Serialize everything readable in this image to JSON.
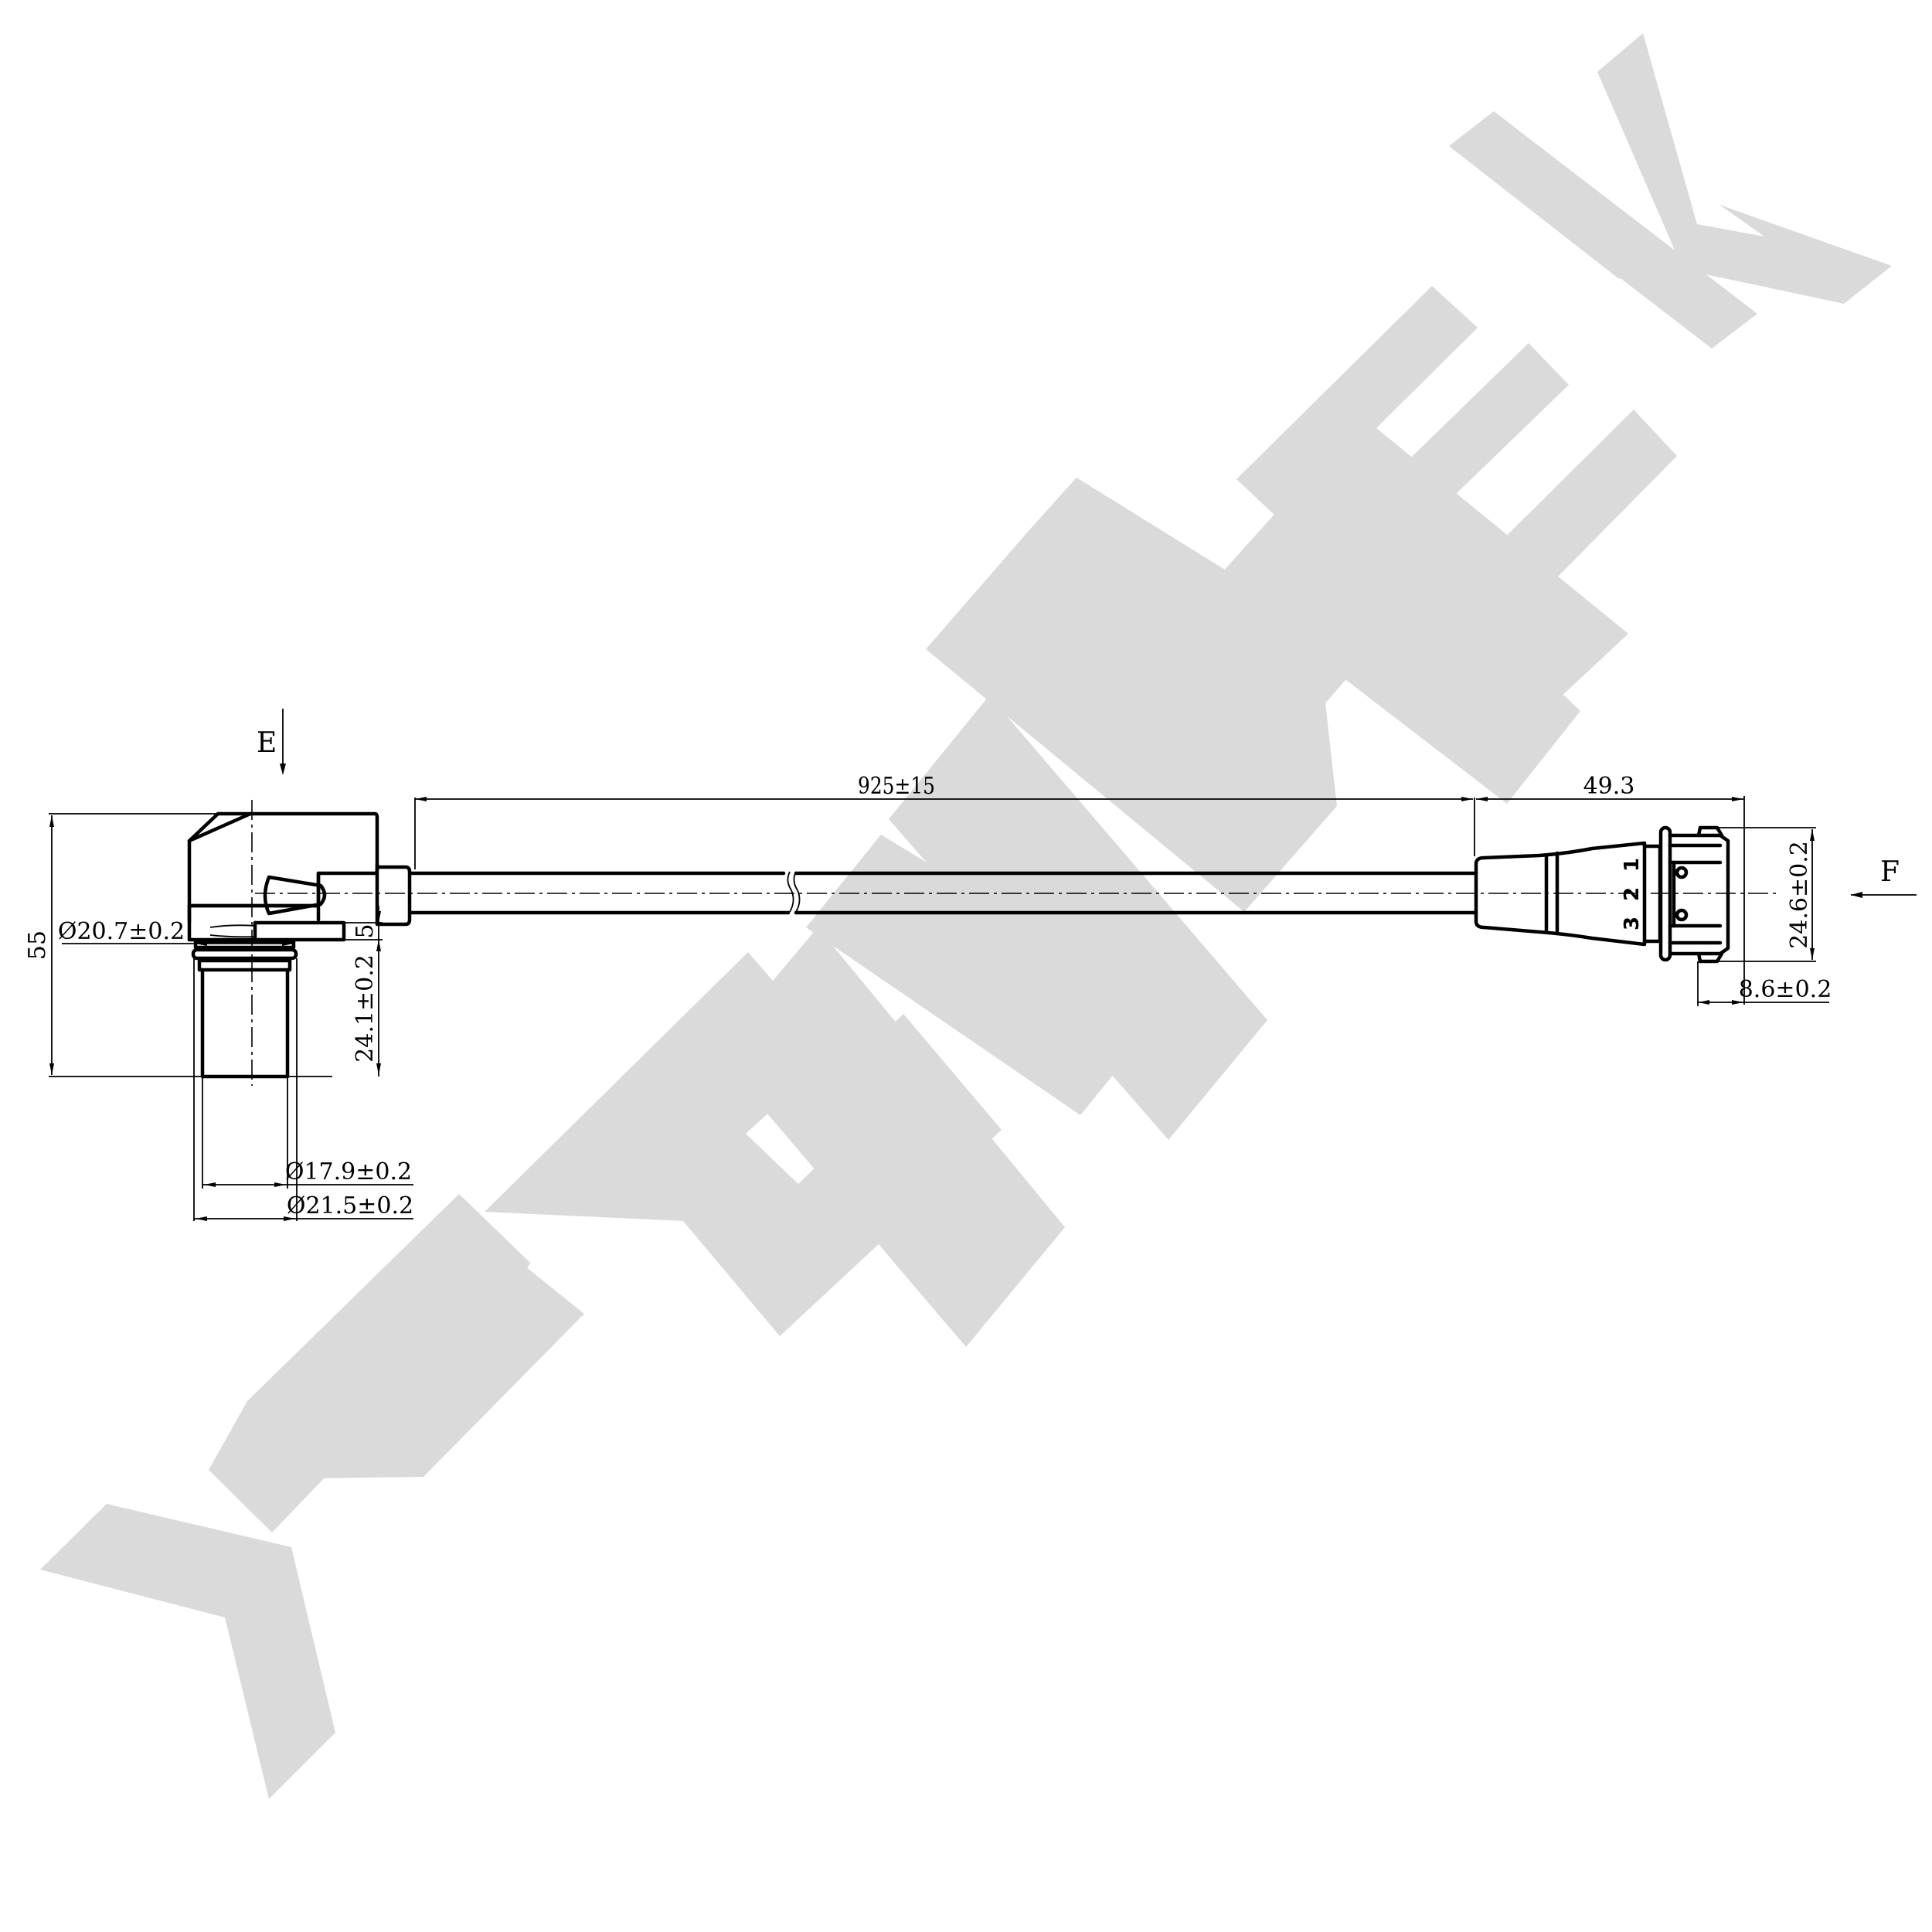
{
  "watermark": {
    "text": "ZENWEK",
    "color": "#dadada"
  },
  "views": {
    "view_e_label": "E",
    "view_f_label": "F"
  },
  "dimensions": {
    "cable_length": "925±15",
    "connector_length": "49.3",
    "overall_height": "55",
    "oring_diameter": "Ø20.7±0.2",
    "flange_thickness": "5",
    "probe_length": "24.1±0.2",
    "probe_diameter": "Ø17.9±0.2",
    "body_diameter": "Ø21.5±0.2",
    "connector_height": "24.6±0.2",
    "connector_lock_width": "8.6±0.2"
  },
  "connector": {
    "pins": [
      "1",
      "2",
      "3"
    ]
  },
  "colors": {
    "line": "#000000",
    "background": "#ffffff",
    "watermark": "#dadada"
  }
}
